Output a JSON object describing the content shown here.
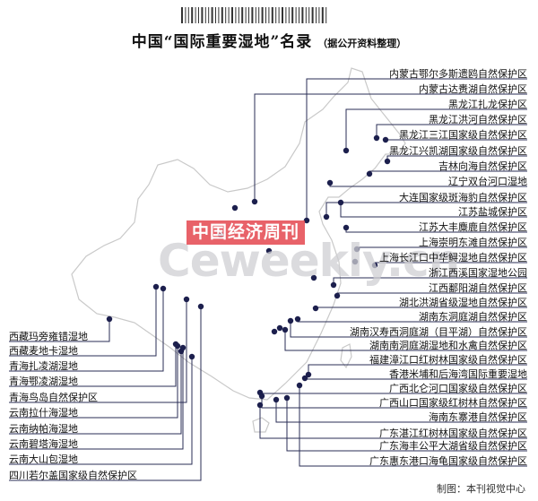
{
  "title": "中国“国际重要湿地”名录",
  "subtitle": "（据公开资料整理）",
  "watermark_brand": "中国经济周刊",
  "watermark_url": "Ceweekly.cn",
  "credit": "制图：本刊视觉中心",
  "colors": {
    "dot": "#1c1f4d",
    "line": "#2a2d55",
    "outline": "#c9c9c9",
    "brand": "#e4474f"
  },
  "right_labels": [
    "内蒙古鄂尔多斯遗鸥自然保护区",
    "内蒙古达赉湖自然保护区",
    "黑龙江扎龙保护区",
    "黑龙江洪河自然保护区",
    "黑龙江三江国家级自然保护区",
    "黑龙江兴凯湖国家级自然保护区",
    "吉林向海自然保护区",
    "辽宁双台河口湿地",
    "大连国家级斑海豹自然保护区",
    "江苏盐城保护区",
    "江苏大丰麋鹿自然保护区",
    "上海崇明东滩自然保护区",
    "上海长江口中华鲟湿地自然保护区",
    "浙江西溪国家湿地公园",
    "江西鄱阳湖自然保护区",
    "湖北洪湖省级湿地自然保护区",
    "湖南东洞庭湖自然保护区",
    "湖南汉寿西洞庭湖（目平湖）自然保护区",
    "湖南南洞庭湖湿地和水禽自然保护区",
    "福建漳江口红树林国家级自然保护区",
    "香港米埔和后海湾国际重要湿地",
    "广西北仑河口国家级自然保护区",
    "广西山口国家级红树林自然保护区",
    "海南东寨港自然保护区",
    "广东湛江红树林国家级自然保护区",
    "广东海丰公平大湖省级自然保护区",
    "广东惠东港口海龟国家级自然保护区"
  ],
  "left_labels": [
    "西藏玛旁雍错湿地",
    "西藏麦地卡湿地",
    "青海扎凌湖湿地",
    "青海鄂凌湖湿地",
    "青海鸟岛自然保护区",
    "云南拉什海湿地",
    "云南纳帕海湿地",
    "云南碧塔海湿地",
    "云南大山包湿地",
    "四川若尔盖国家级自然保护区"
  ]
}
